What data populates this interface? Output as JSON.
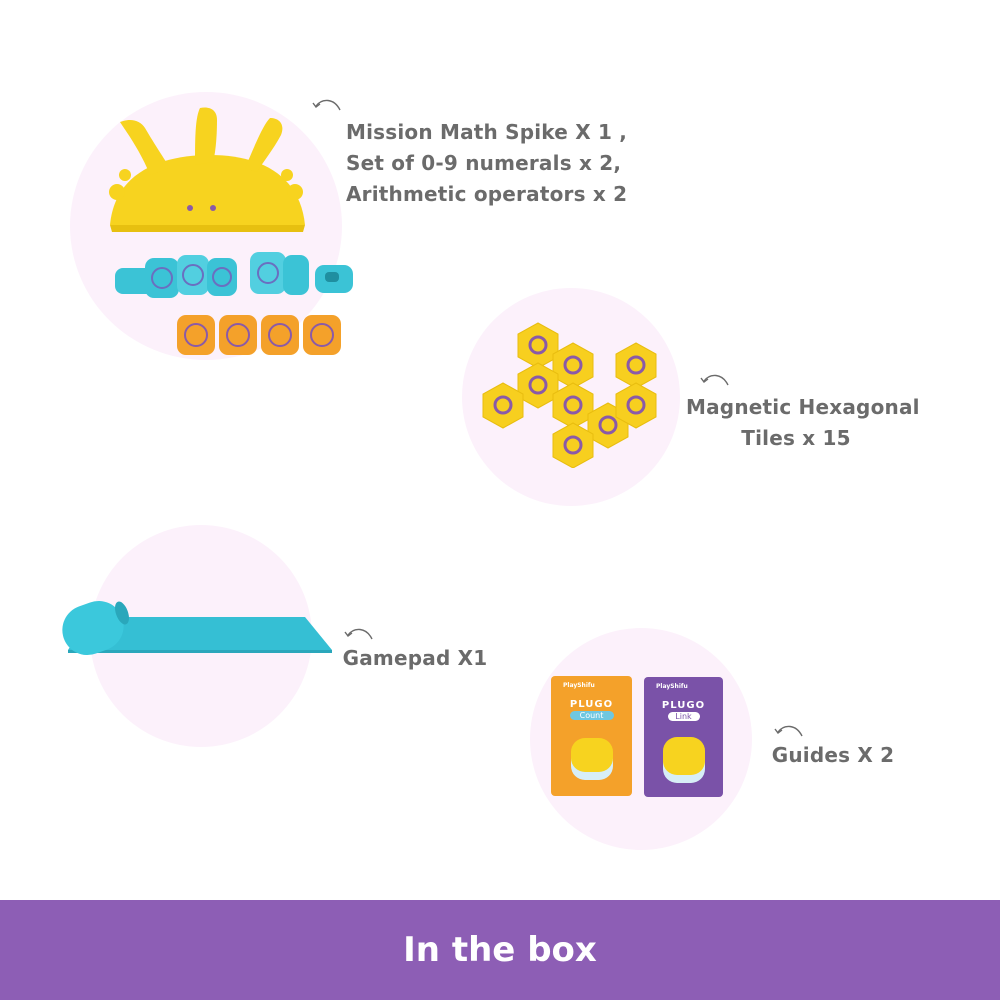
{
  "items": [
    {
      "lines": [
        "Mission Math Spike X 1 ,",
        "Set of 0-9 numerals x 2,",
        "Arithmetic operators x 2"
      ]
    },
    {
      "lines": [
        "Magnetic Hexagonal",
        "Tiles x 15"
      ]
    },
    {
      "lines": [
        "Gamepad X1"
      ]
    },
    {
      "lines": [
        "Guides X 2"
      ]
    }
  ],
  "guides": {
    "brand": "PlayShifu",
    "card1_title": "PLUGO",
    "card1_sub": "Count",
    "card2_title": "PLUGO",
    "card2_sub": "Link"
  },
  "footer": {
    "title": "In the box"
  },
  "colors": {
    "footer_bg": "#8d5eb5",
    "blob": "#fcf1fb",
    "label": "#6b6b6b",
    "yellow": "#f7d31f",
    "cyan": "#3bc3d6",
    "orange": "#f4a12a",
    "purple": "#7a52a8"
  }
}
